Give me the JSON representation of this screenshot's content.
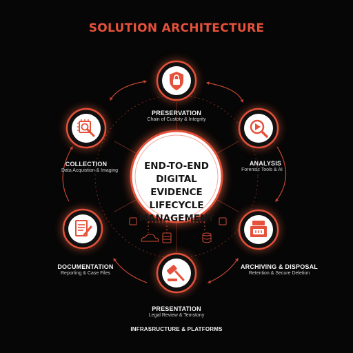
{
  "title": "SOLUTION ARCHITECTURE",
  "center": {
    "line1": "END-TO-END DIGITAL",
    "line2": "EVIDENCE LIFECYCLE",
    "line3": "MANAGEMENT"
  },
  "nodes": [
    {
      "title": "PRESERVATION",
      "subtitle": "Chain of Custoty & Integrity",
      "icon": "shield-lock-icon"
    },
    {
      "title": "ANALYSIS",
      "subtitle": "Forensic Tools & AI",
      "icon": "magnifier-play-icon"
    },
    {
      "title": "ARCHIVING & DISPOSAL",
      "subtitle": "Retention & Secure Deletion",
      "icon": "archive-box-icon"
    },
    {
      "title": "PRESENTATION",
      "subtitle": "Legal Review & Temstony",
      "icon": "gavel-icon"
    },
    {
      "title": "DOCUMENTATION",
      "subtitle": "Reporting & Case Files",
      "icon": "document-pen-icon"
    },
    {
      "title": "COLLECTION",
      "subtitle": "Data Acquistion & Imaging",
      "icon": "chip-magnifier-icon"
    }
  ],
  "footer": "INFRASRUCTURE & PLATFORMS",
  "colors": {
    "accent": "#e5513a",
    "glow": "#ff6a45",
    "background": "#060606",
    "center_fill": "#ffffff",
    "node_fill": "#111111"
  }
}
